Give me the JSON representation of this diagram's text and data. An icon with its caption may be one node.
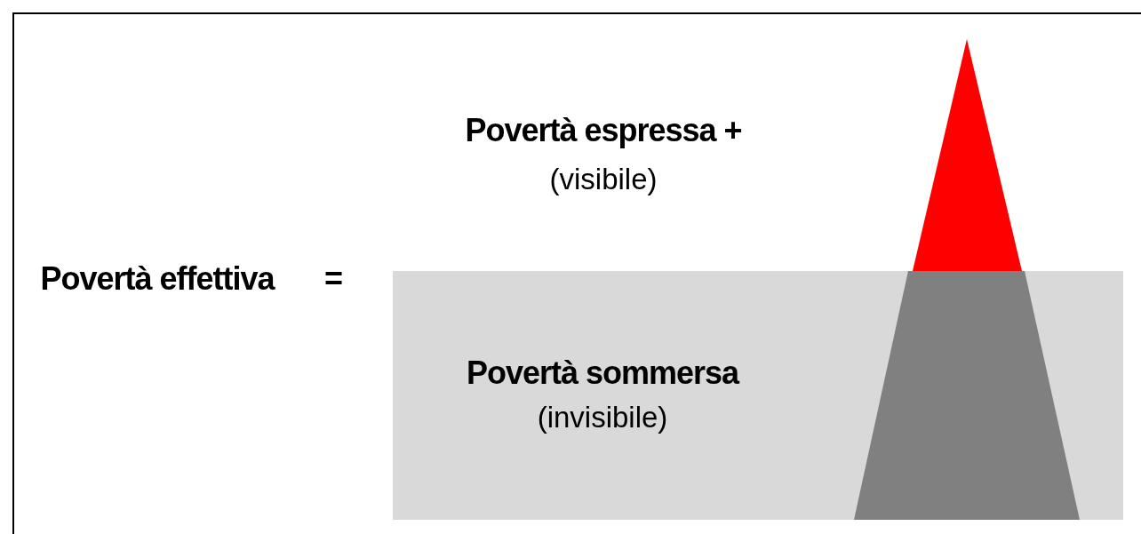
{
  "diagram": {
    "nodes": [
      {
        "text": [
          "Povertà sommersa",
          "(invisibile)"
        ]
      }
    ],
    "labels": [
      "Povertà espressa +",
      "(visibile)",
      "Povertà effettiva",
      "="
    ]
  }
}
